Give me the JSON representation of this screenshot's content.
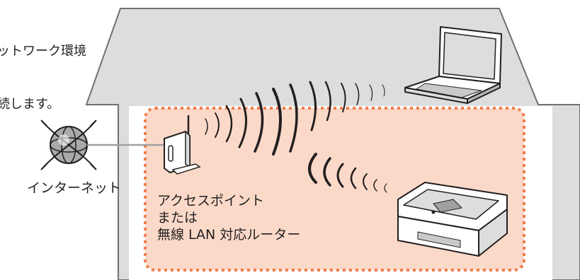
{
  "intro_text": {
    "line1": "ットワーク環境",
    "line2": "続します。"
  },
  "internet_label": "インターネット",
  "access_point_label": {
    "line1": "アクセスポイント",
    "line2": "または",
    "line3": "無線 LAN 対応ルーター"
  },
  "colors": {
    "house_fill": "#dcdddd",
    "house_stroke": "#727171",
    "room_fill": "#fbd9c8",
    "room_border": "#ee7d4f",
    "wave_stroke": "#231f20"
  },
  "icons": [
    "globe-icon",
    "router-icon",
    "laptop-icon",
    "printer-icon",
    "wireless-waves-icon"
  ]
}
